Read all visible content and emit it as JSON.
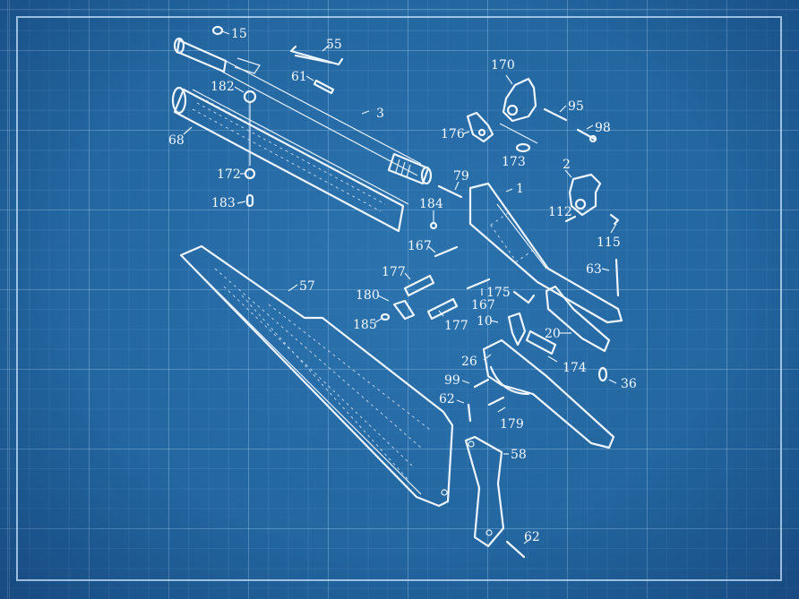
{
  "diagram": {
    "title": "Exploded parts diagram (blueprint style)",
    "colors": {
      "background": "#2366a0",
      "line": "#eef5ff",
      "grid": "#b4d7f5",
      "frame": "#c8e1fa"
    },
    "parts": [
      {
        "id": "15",
        "label": "15"
      },
      {
        "id": "55",
        "label": "55"
      },
      {
        "id": "61",
        "label": "61"
      },
      {
        "id": "182",
        "label": "182"
      },
      {
        "id": "3",
        "label": "3"
      },
      {
        "id": "68",
        "label": "68"
      },
      {
        "id": "172",
        "label": "172"
      },
      {
        "id": "183",
        "label": "183"
      },
      {
        "id": "170",
        "label": "170"
      },
      {
        "id": "95",
        "label": "95"
      },
      {
        "id": "98",
        "label": "98"
      },
      {
        "id": "176",
        "label": "176"
      },
      {
        "id": "173",
        "label": "173"
      },
      {
        "id": "2",
        "label": "2"
      },
      {
        "id": "79",
        "label": "79"
      },
      {
        "id": "1",
        "label": "1"
      },
      {
        "id": "184",
        "label": "184"
      },
      {
        "id": "112",
        "label": "112"
      },
      {
        "id": "115",
        "label": "115"
      },
      {
        "id": "167a",
        "label": "167"
      },
      {
        "id": "63",
        "label": "63"
      },
      {
        "id": "177a",
        "label": "177"
      },
      {
        "id": "57",
        "label": "57"
      },
      {
        "id": "180",
        "label": "180"
      },
      {
        "id": "175",
        "label": "175"
      },
      {
        "id": "167b",
        "label": "167"
      },
      {
        "id": "185",
        "label": "185"
      },
      {
        "id": "177b",
        "label": "177"
      },
      {
        "id": "10",
        "label": "10"
      },
      {
        "id": "20",
        "label": "20"
      },
      {
        "id": "26",
        "label": "26"
      },
      {
        "id": "174",
        "label": "174"
      },
      {
        "id": "99",
        "label": "99"
      },
      {
        "id": "36",
        "label": "36"
      },
      {
        "id": "62a",
        "label": "62"
      },
      {
        "id": "179",
        "label": "179"
      },
      {
        "id": "58",
        "label": "58"
      },
      {
        "id": "62b",
        "label": "62"
      }
    ]
  }
}
